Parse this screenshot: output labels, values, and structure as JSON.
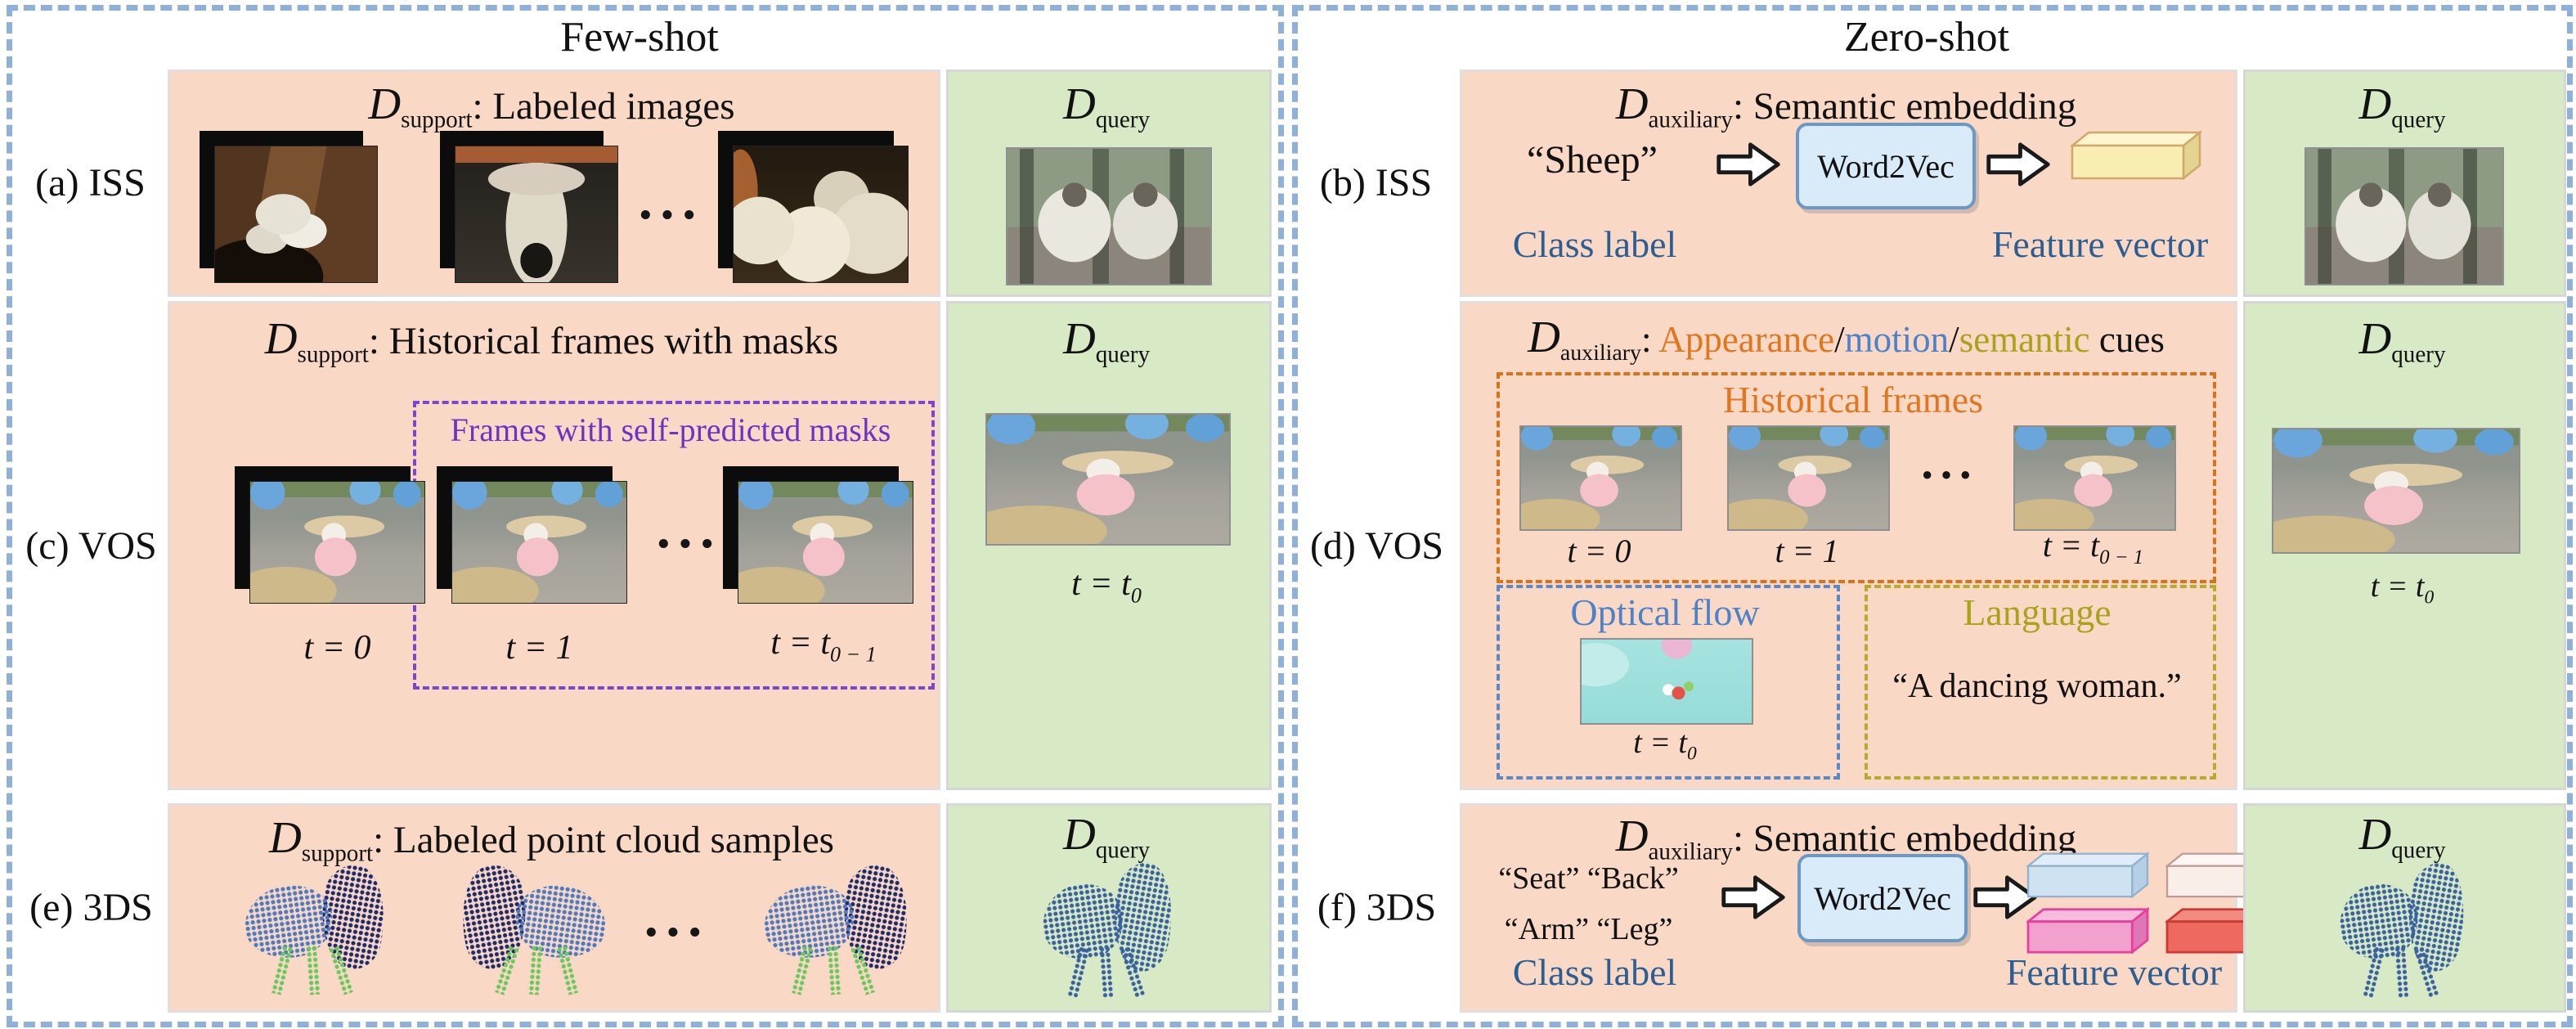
{
  "palette": {
    "support_box_bg": "#f9d8c5",
    "query_box_bg": "#d8e9c6",
    "panel_dash_border": "#8fb0d8",
    "purple_accent": "#6a35c5",
    "orange_accent": "#e0761f",
    "blue_accent": "#4e82c8",
    "olive_accent": "#a8a21c",
    "label_steel_blue": "#2d5e92",
    "word2vec_fill": "#d9eaf8",
    "word2vec_border": "#6b98c4",
    "bar_yellow": "#f8edb2",
    "bar_light_blue": "#cfe2f2",
    "bar_cream": "#faeee9",
    "bar_magenta": "#f2a0cd",
    "bar_red": "#ee6a5e",
    "chair_seat_blue": "#4a7ac2",
    "chair_back_navy": "#1d2a6b",
    "chair_leg_green": "#66c95a",
    "query_chair_blue": "#38629f"
  },
  "left": {
    "title": "Few-shot",
    "rows": {
      "a": {
        "label": "(a) ISS",
        "support": {
          "d": "D",
          "sub": "support",
          "rest": ": Labeled images"
        },
        "ellipsis": "···",
        "query": {
          "d": "D",
          "sub": "query"
        }
      },
      "c": {
        "label": "(c) VOS",
        "support": {
          "d": "D",
          "sub": "support",
          "rest": ": Historical frames with masks"
        },
        "predicted_label": "Frames with self-predicted masks",
        "t0": "t = 0",
        "t1": "t = 1",
        "tlast_base": "t = t",
        "tlast_sub": "0 − 1",
        "ellipsis": "···",
        "query": {
          "d": "D",
          "sub": "query"
        },
        "tquery_base": "t = t",
        "tquery_sub": "0"
      },
      "e": {
        "label": "(e) 3DS",
        "support": {
          "d": "D",
          "sub": "support",
          "rest": ": Labeled point cloud samples"
        },
        "ellipsis": "···",
        "query": {
          "d": "D",
          "sub": "query"
        }
      }
    }
  },
  "right": {
    "title": "Zero-shot",
    "rows": {
      "b": {
        "label": "(b) ISS",
        "aux": {
          "d": "D",
          "sub": "auxiliary",
          "rest": ": Semantic embedding"
        },
        "class_word": "“Sheep”",
        "word2vec": "Word2Vec",
        "class_label": "Class label",
        "feature_vector": "Feature vector",
        "query": {
          "d": "D",
          "sub": "query"
        }
      },
      "d": {
        "label": "(d) VOS",
        "aux": {
          "d": "D",
          "sub": "auxiliary",
          "colon": ": ",
          "appearance": "Appearance",
          "slash": "/",
          "motion": "motion",
          "semantic": "semantic",
          "cues": " cues"
        },
        "historical_title": "Historical frames",
        "t0": "t = 0",
        "t1": "t = 1",
        "tlast_base": "t = t",
        "tlast_sub": "0 − 1",
        "ellipsis": "···",
        "optical_title": "Optical flow",
        "topt_base": "t = t",
        "topt_sub": "0",
        "language_title": "Language",
        "language_quote": "“A dancing woman.”",
        "query": {
          "d": "D",
          "sub": "query"
        },
        "tquery_base": "t = t",
        "tquery_sub": "0"
      },
      "f": {
        "label": "(f) 3DS",
        "aux": {
          "d": "D",
          "sub": "auxiliary",
          "rest": ": Semantic embedding"
        },
        "class_words_1": "“Seat” “Back”",
        "class_words_2": "“Arm” “Leg”",
        "word2vec": "Word2Vec",
        "class_label": "Class label",
        "feature_vector": "Feature vector",
        "query": {
          "d": "D",
          "sub": "query"
        }
      }
    }
  }
}
